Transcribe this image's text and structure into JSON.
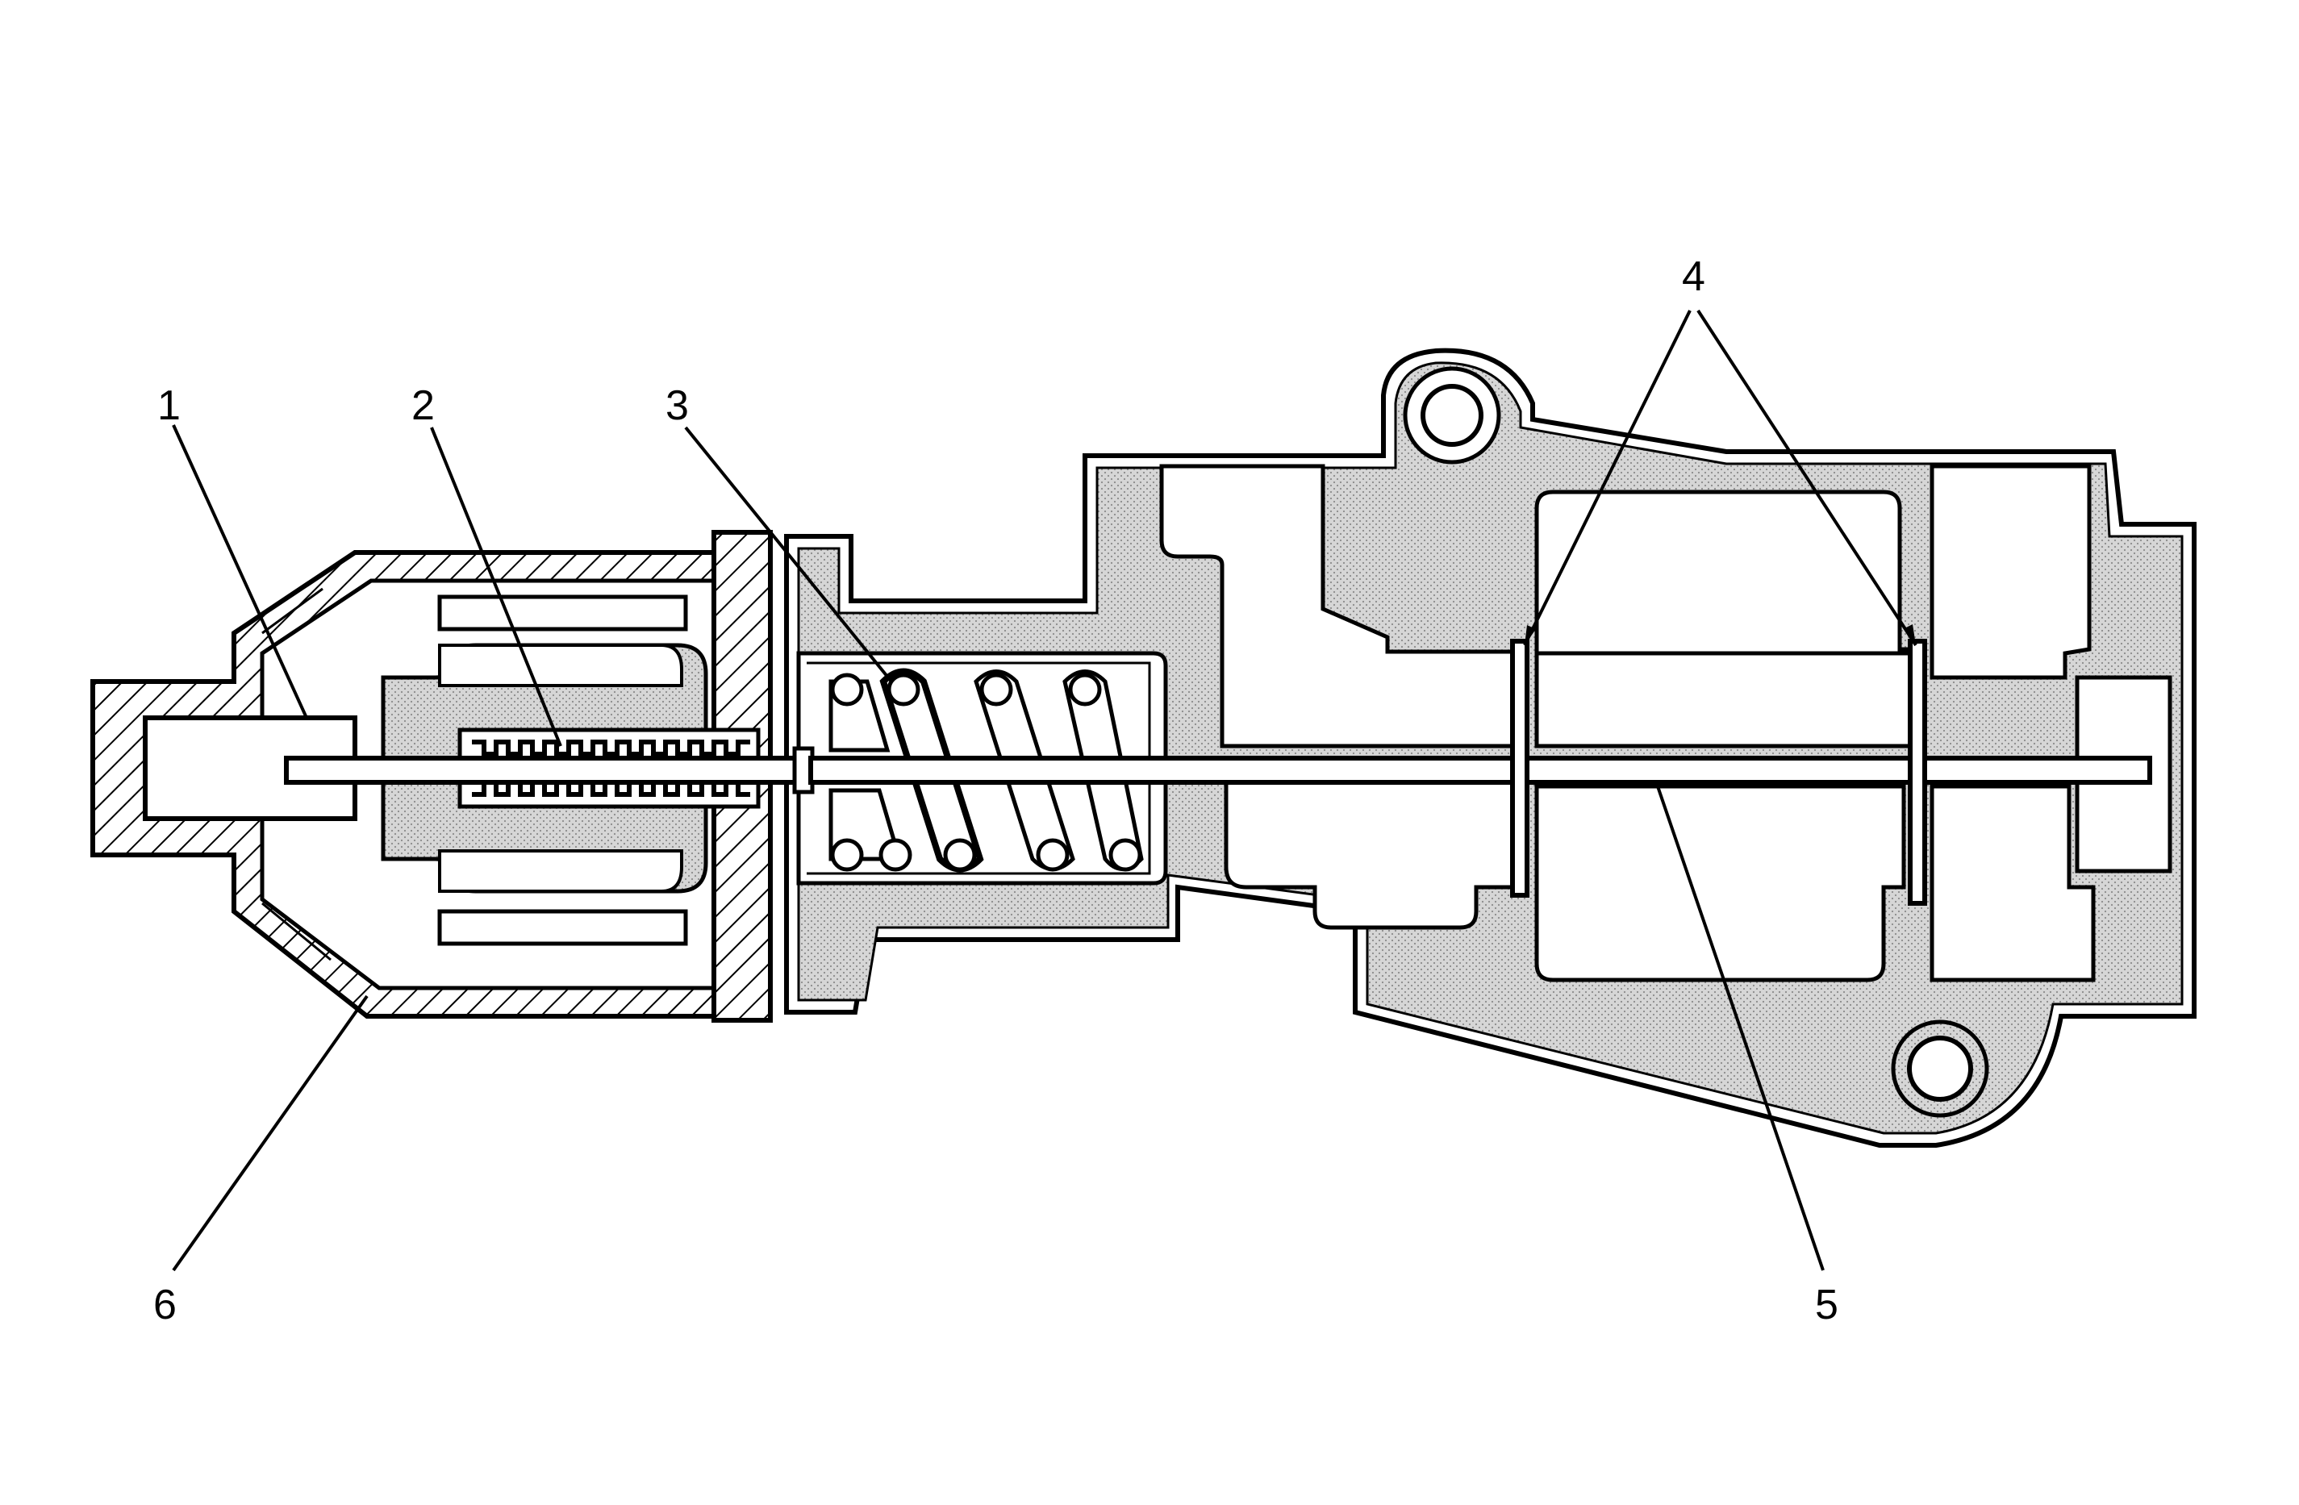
{
  "callouts": {
    "c1": "1",
    "c2": "2",
    "c3": "3",
    "c4": "4",
    "c5": "5",
    "c6": "6"
  },
  "colors": {
    "ink": "#000000",
    "stipple": "#d4d4d4",
    "paper": "#ffffff"
  }
}
